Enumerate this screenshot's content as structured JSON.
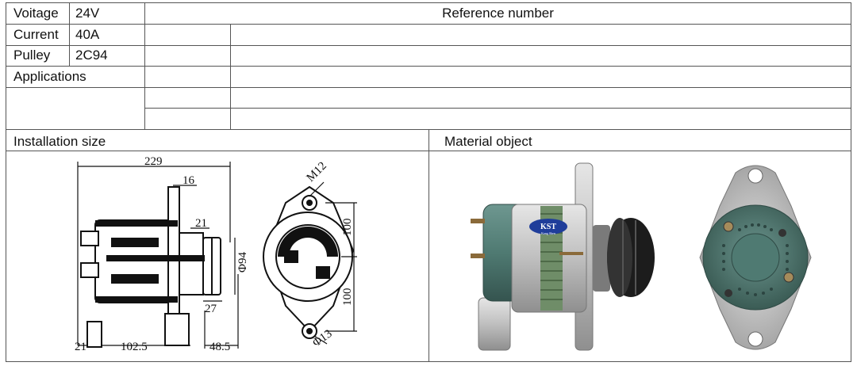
{
  "spec": {
    "voltage_label": "Voitage",
    "voltage_value": "24V",
    "current_label": "Current",
    "current_value": "40A",
    "pulley_label": "Pulley",
    "pulley_value": "2C94",
    "applications_label": "Applications"
  },
  "reference": {
    "header": "Reference number",
    "rows": [
      "",
      "",
      "",
      "",
      ""
    ]
  },
  "sections": {
    "installation_title": "Installation size",
    "material_title": "Material object"
  },
  "drawing": {
    "dims": {
      "length": "229",
      "flange": "16",
      "gap": "21",
      "pulley_width": "27",
      "pulley_dia": "Φ94",
      "foot": "21",
      "base": "102.5",
      "offset": "48.5",
      "thread": "M12",
      "upper": "100",
      "lower": "100",
      "hole": "Φ13"
    }
  },
  "photo": {
    "brand_badge": "KST",
    "brand_sub": "Kang Shen",
    "colors": {
      "body": "#4f7a72",
      "housing": "#c9c9c9",
      "pulley": "#1c1c1c",
      "badge": "#1f3d9a"
    }
  }
}
